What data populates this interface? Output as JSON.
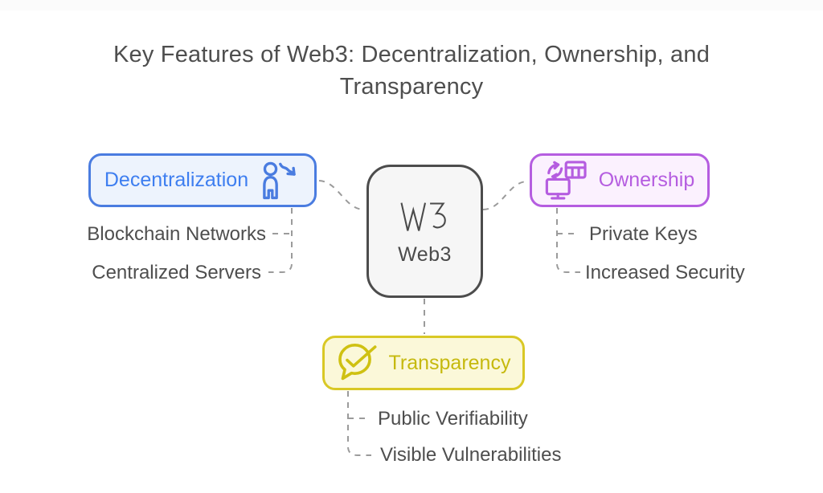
{
  "title": "Key Features of Web3: Decentralization, Ownership, and Transparency",
  "center_node": {
    "logo": "W3",
    "label": "Web3"
  },
  "branches": {
    "decentralization": {
      "label": "Decentralization",
      "icon": "person-decline-icon",
      "children": [
        "Blockchain Networks",
        "Centralized Servers"
      ]
    },
    "ownership": {
      "label": "Ownership",
      "icon": "device-data-transfer-icon",
      "children": [
        "Private Keys",
        "Increased Security"
      ]
    },
    "transparency": {
      "label": "Transparency",
      "icon": "chat-check-icon",
      "children": [
        "Public Verifiability",
        "Visible Vulnerabilities"
      ]
    }
  },
  "colors": {
    "blue_border": "#4a7ce0",
    "blue_text": "#3e7ef0",
    "blue_bg": "#edf3fd",
    "purple_border": "#b55de0",
    "purple_text": "#b55de0",
    "purple_bg": "#fbf1fe",
    "yellow_border": "#d9c825",
    "yellow_text": "#c6b90e",
    "yellow_bg": "#fbf8d9",
    "center_border": "#4c4c4c",
    "center_bg": "#f6f6f6",
    "heading_text": "#4e4e4e",
    "connector": "#9b9b9b"
  }
}
